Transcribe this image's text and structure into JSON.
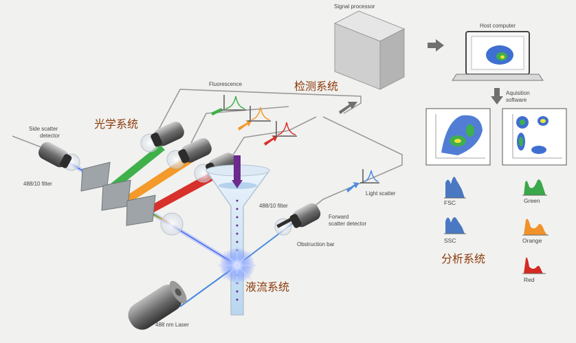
{
  "labels": {
    "signal_processor": "Signal processor",
    "host_computer": "Host computer",
    "acquisition_software_line1": "Aquisition",
    "acquisition_software_line2": "software",
    "fluorescence": "Fluorescence",
    "side_scatter_detector_line1": "Side scatter",
    "side_scatter_detector_line2": "detector",
    "filter_left": "488/10 filter",
    "filter_right": "488/10 filter",
    "forward_scatter_line1": "Forward",
    "forward_scatter_line2": "scatter detector",
    "obstruction_bar": "Obstruction bar",
    "light_scatter": "Light scatter",
    "laser": "488 nm Laser"
  },
  "systems": {
    "optical": "光学系统",
    "detection": "检测系统",
    "fluidics": "液流系统",
    "analysis": "分析系统"
  },
  "histograms": [
    {
      "label": "FSC",
      "color": "#4a78c2"
    },
    {
      "label": "SSC",
      "color": "#4a78c2"
    },
    {
      "label": "Green",
      "color": "#3aa84a"
    },
    {
      "label": "Orange",
      "color": "#f0922a"
    },
    {
      "label": "Red",
      "color": "#d42a24"
    }
  ],
  "colors": {
    "blue": "#3a6fd8",
    "green": "#3fb04a",
    "orange": "#f39a2a",
    "red": "#d8302a",
    "accent_text": "#8b3a0a"
  }
}
